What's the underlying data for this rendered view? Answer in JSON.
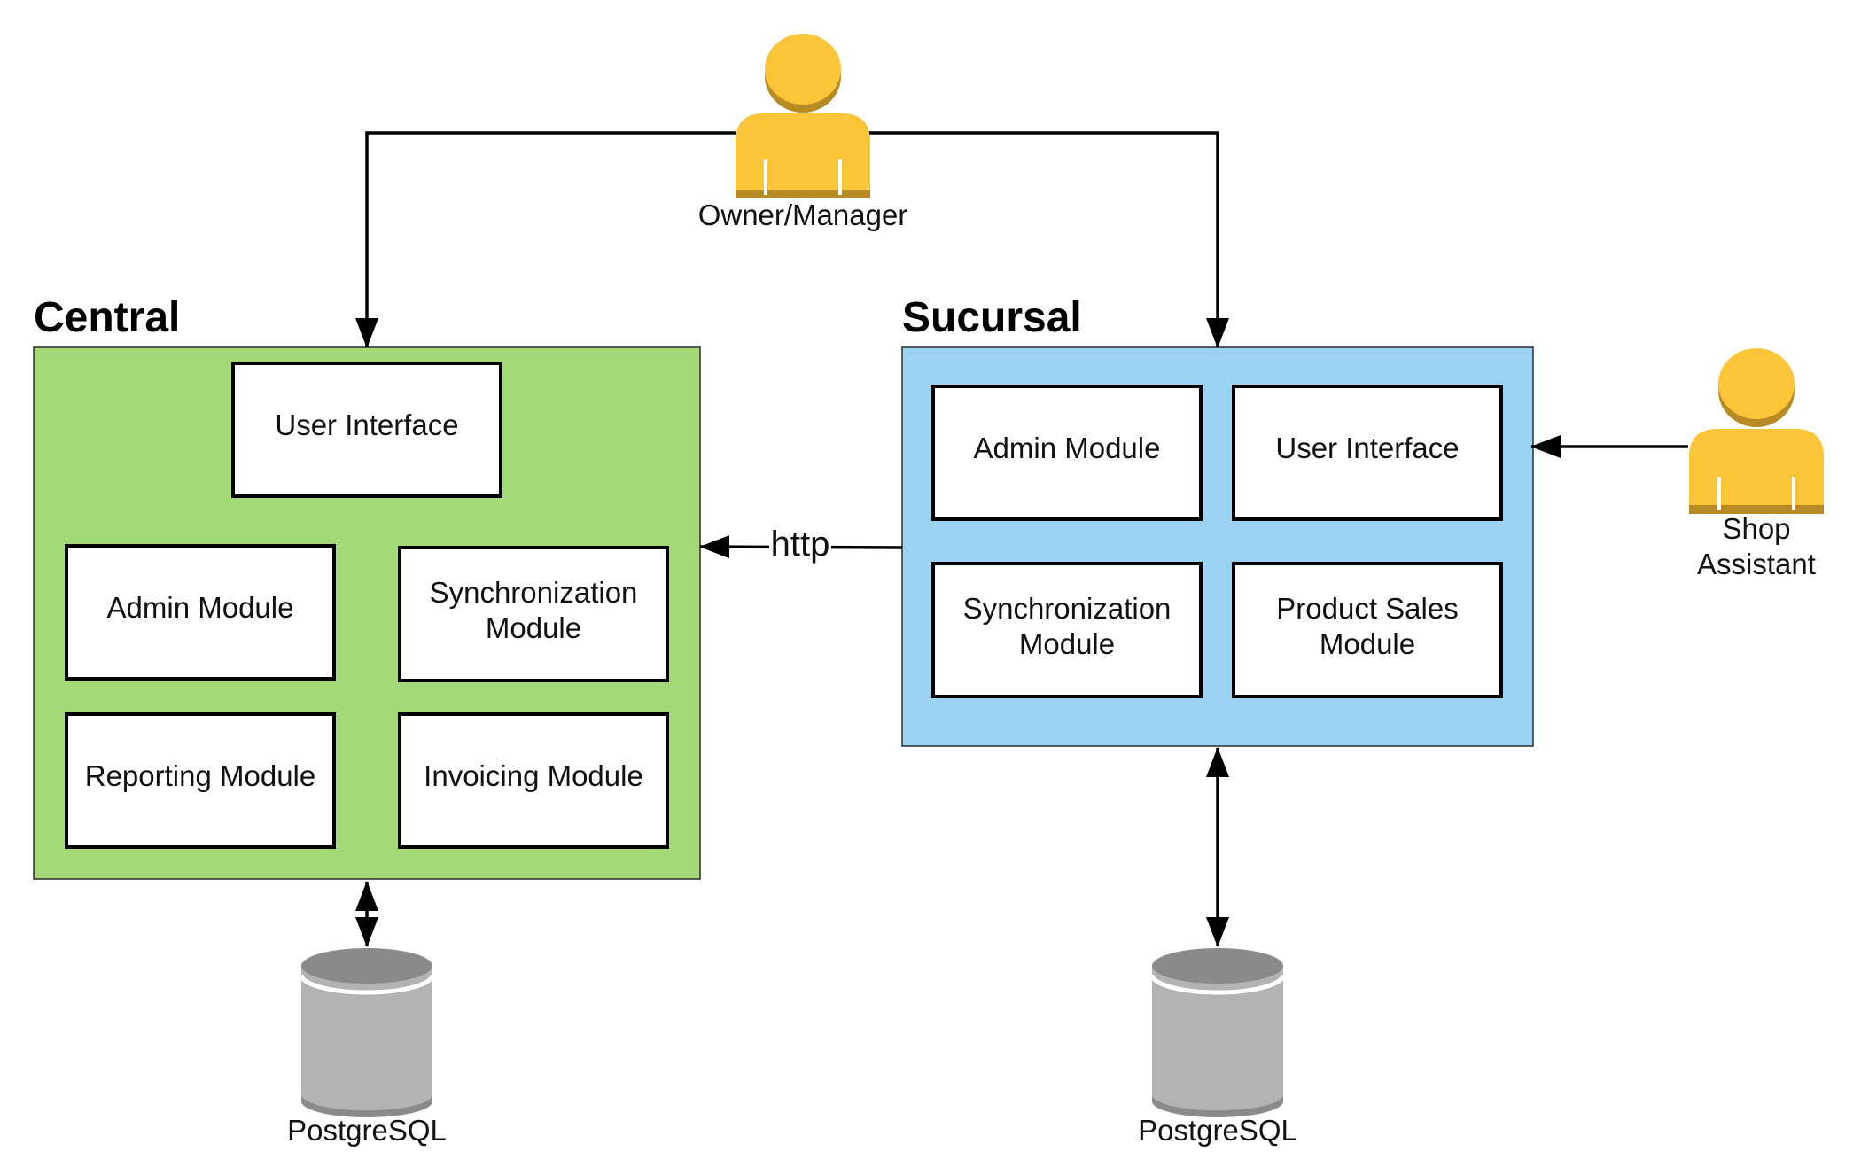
{
  "actors": {
    "owner": "Owner/Manager",
    "shop_assistant_line1": "Shop",
    "shop_assistant_line2": "Assistant"
  },
  "central": {
    "title": "Central",
    "user_interface": "User Interface",
    "admin_module": "Admin Module",
    "sync_line1": "Synchronization",
    "sync_line2": "Module",
    "reporting_module": "Reporting Module",
    "invoicing_module": "Invoicing Module",
    "database": "PostgreSQL"
  },
  "sucursal": {
    "title": "Sucursal",
    "admin_module": "Admin Module",
    "user_interface": "User Interface",
    "sync_line1": "Synchronization",
    "sync_line2": "Module",
    "sales_line1": "Product Sales",
    "sales_line2": "Module",
    "database": "PostgreSQL"
  },
  "connection": {
    "http_label": "http"
  },
  "colors": {
    "central_fill": "#a3d977",
    "sucursal_fill": "#9bd2f2",
    "actor_fill": "#fcc439",
    "actor_shadow": "#b88a24",
    "db_body": "#b3b3b3",
    "db_top": "#8a8a8a"
  }
}
